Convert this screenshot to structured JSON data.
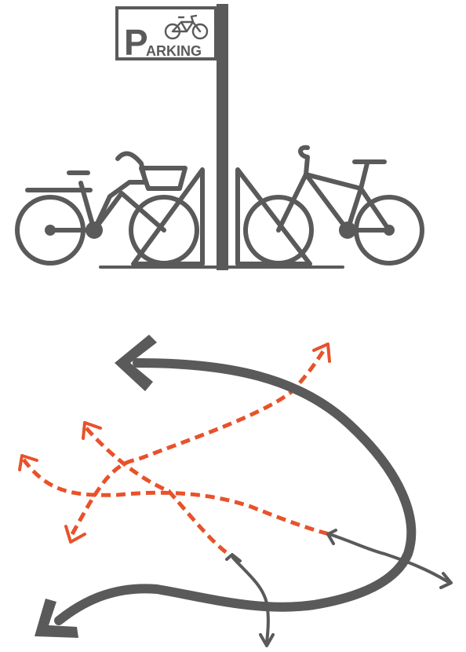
{
  "sign": {
    "letter_big": "P",
    "letter_rest": "ARKING"
  },
  "colors": {
    "dark": "#5a5a5a",
    "accent": "#e8522a",
    "background": "#ffffff"
  },
  "icons": [
    "parking-sign",
    "bicycle-icon",
    "bike-rack",
    "flow-arrow"
  ]
}
